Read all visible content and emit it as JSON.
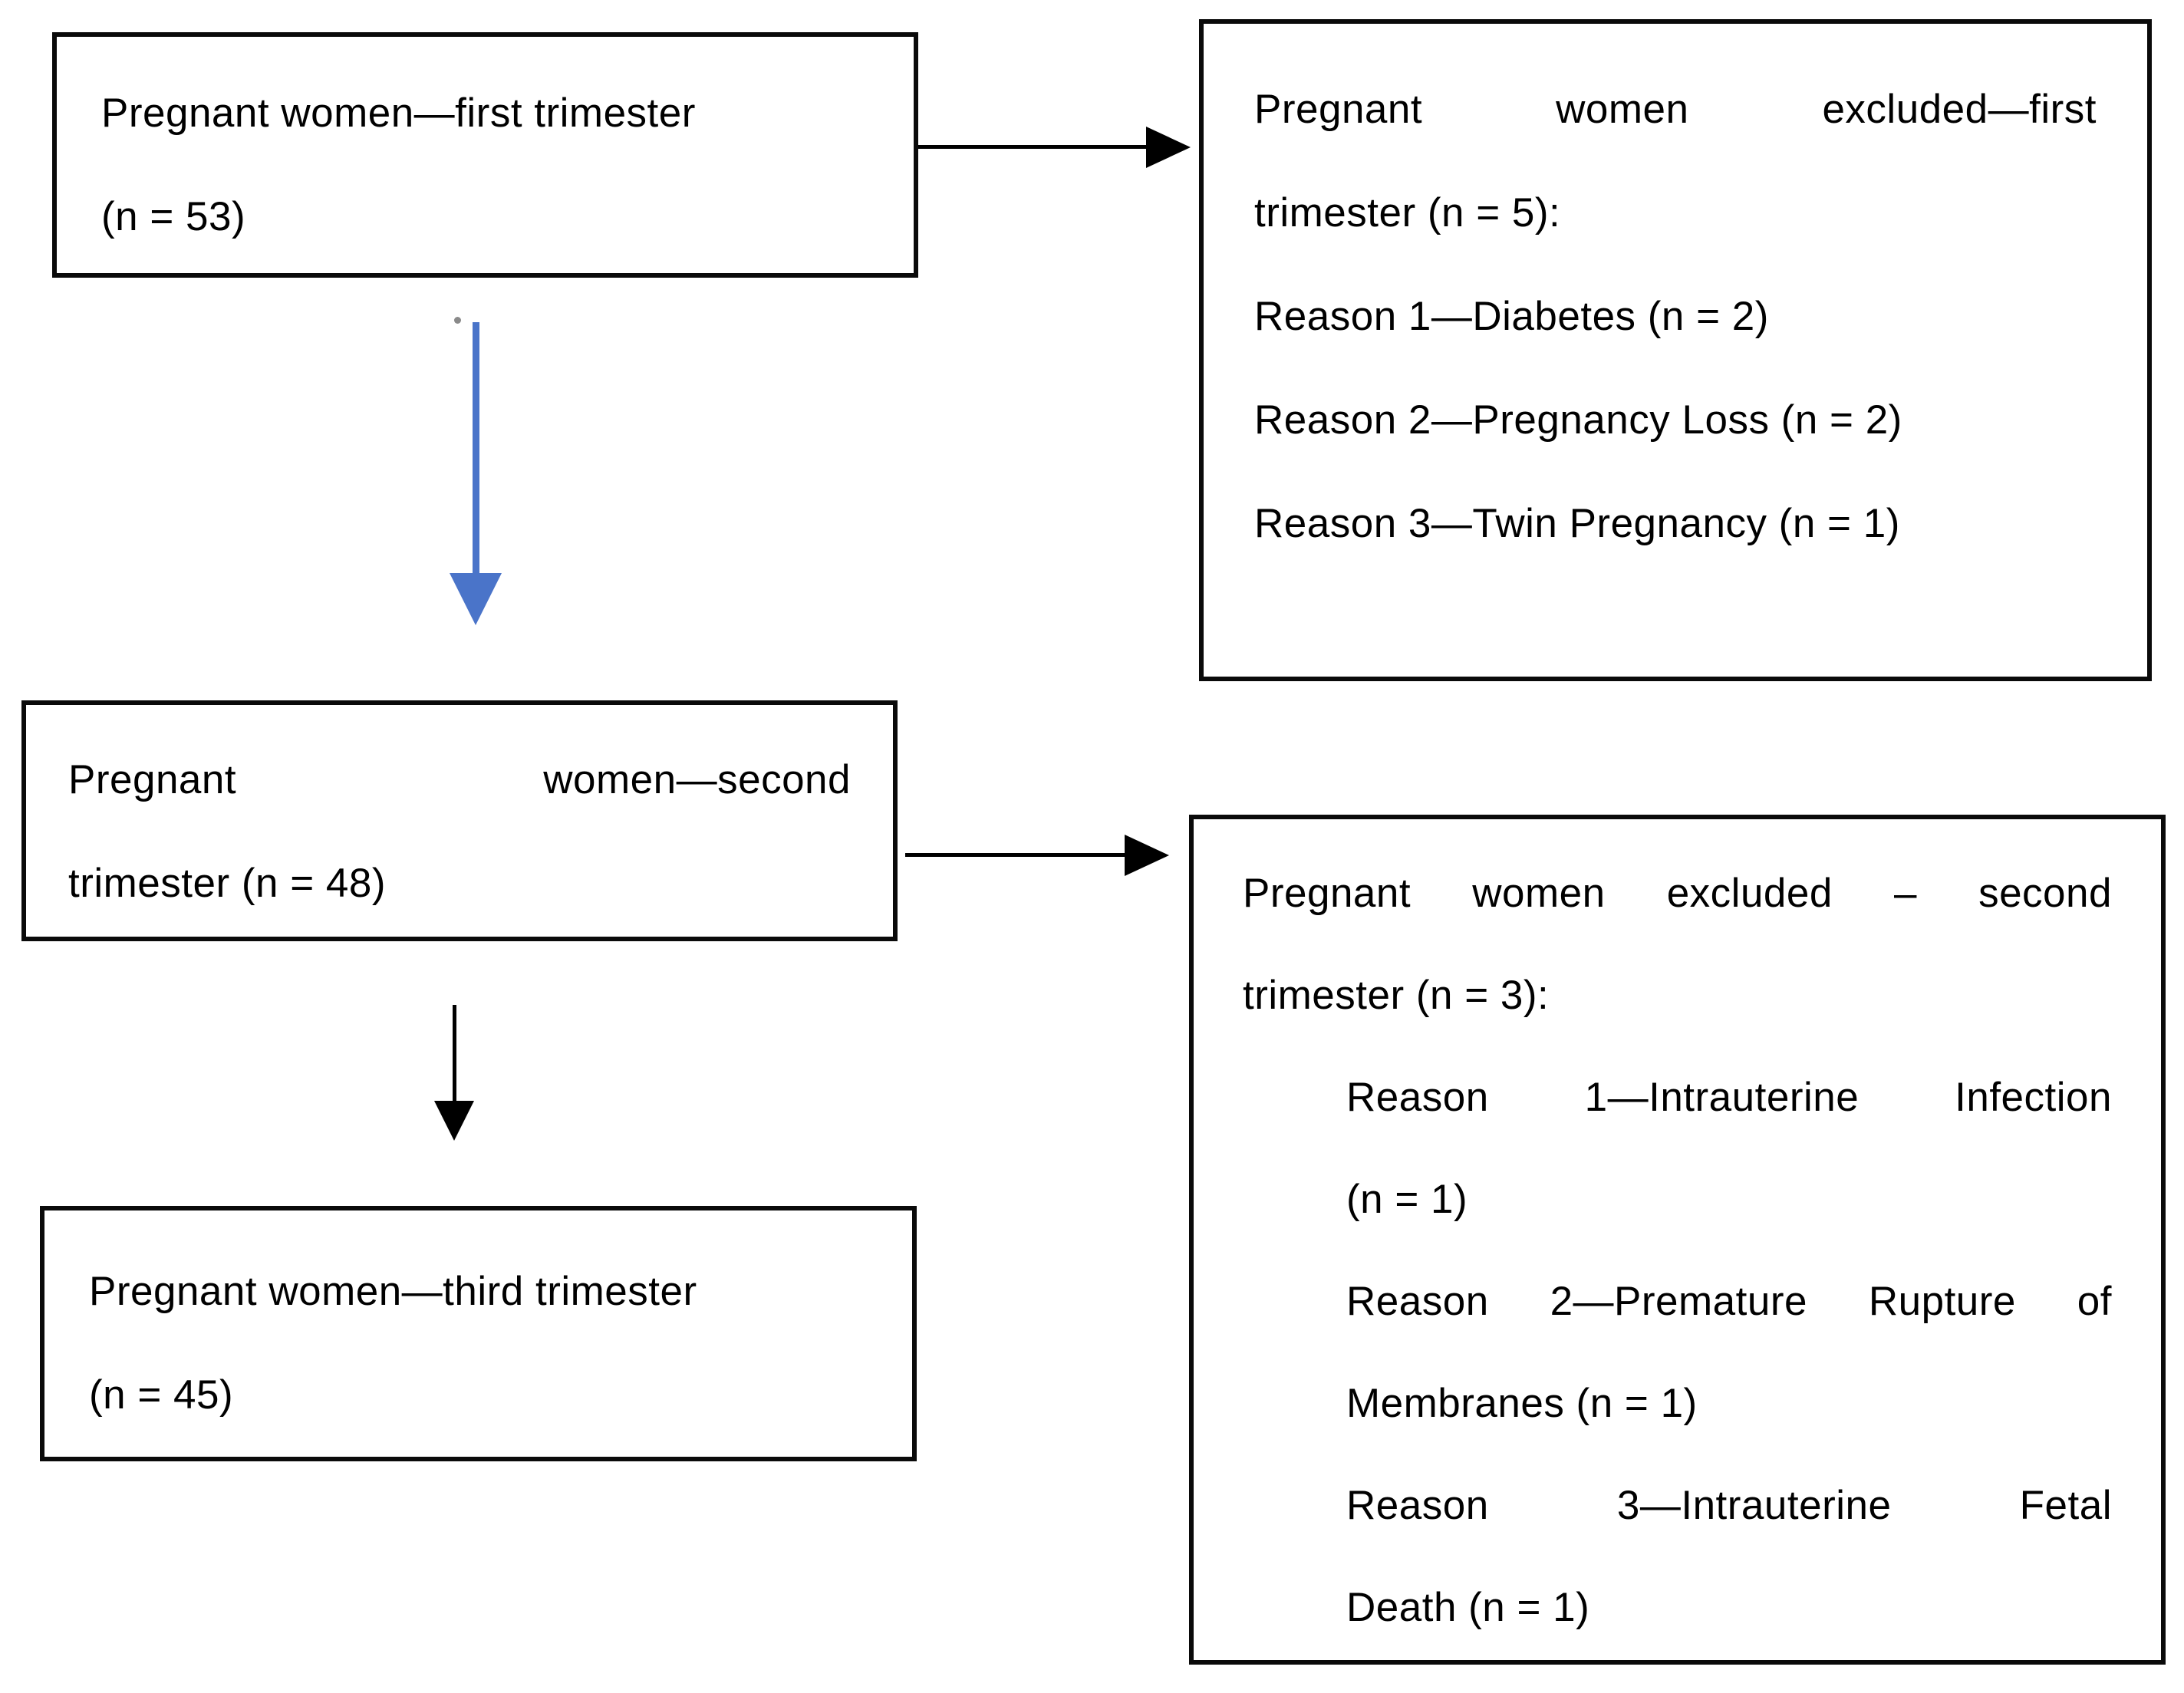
{
  "diagram": {
    "title": "Pregnancy cohort flow diagram",
    "colors": {
      "background": "#ffffff",
      "box_border": "#0a0a0a",
      "text": "#000000",
      "arrow_black": "#000000",
      "arrow_blue": "#4a74c9"
    },
    "counts": {
      "first_trimester": 53,
      "excluded_first": 5,
      "second_trimester": 48,
      "excluded_second": 3,
      "third_trimester": 45
    },
    "boxes": {
      "first_trimester": {
        "lines": [
          "Pregnant women—first trimester",
          "(n = 53)"
        ]
      },
      "excluded_first": {
        "lines": [
          "Pregnant women excluded—first",
          "trimester (n = 5):",
          "Reason 1—Diabetes (n = 2)",
          "Reason 2—Pregnancy Loss (n = 2)",
          "Reason 3—Twin Pregnancy (n = 1)"
        ]
      },
      "second_trimester": {
        "lines": [
          "Pregnant women—second",
          "trimester (n = 48)"
        ]
      },
      "excluded_second": {
        "lines": [
          "Pregnant women excluded – second",
          "trimester (n = 3):",
          "Reason 1—Intrauterine Infection",
          "(n = 1)",
          "Reason 2—Premature Rupture of",
          "Membranes (n = 1)",
          "Reason 3—Intrauterine Fetal",
          "Death (n = 1)"
        ]
      },
      "third_trimester": {
        "lines": [
          "Pregnant women—third trimester",
          "(n = 45)"
        ]
      }
    }
  }
}
